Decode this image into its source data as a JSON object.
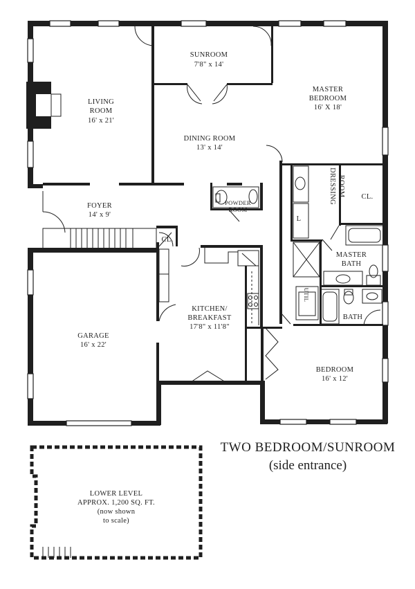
{
  "rooms": {
    "sunroom": {
      "name": "SUNROOM",
      "size": "7'8\" x 14'"
    },
    "living": {
      "name1": "LIVING",
      "name2": "ROOM",
      "size": "16' x 21'"
    },
    "master": {
      "name1": "MASTER",
      "name2": "BEDROOM",
      "size": "16' X 18'"
    },
    "dining": {
      "name": "DINING ROOM",
      "size": "13' x 14'"
    },
    "foyer": {
      "name": "FOYER",
      "size": "14' x 9'"
    },
    "powder": {
      "name1": "POWDER",
      "name2": "ROOM"
    },
    "dressing": {
      "name1": "DRESSING",
      "name2": "ROOM"
    },
    "closet_master": "CL.",
    "closet_hall": "CL.",
    "linen": "L",
    "master_bath": {
      "name1": "MASTER",
      "name2": "BATH"
    },
    "kitchen": {
      "name1": "KITCHEN/",
      "name2": "BREAKFAST",
      "size": "17'8\" x 11'8\""
    },
    "garage": {
      "name": "GARAGE",
      "size": "16' x 22'"
    },
    "utility": "UTIL",
    "bath": "BATH",
    "bedroom": {
      "name": "BEDROOM",
      "size": "16' x 12'"
    }
  },
  "lower_level": {
    "line1": "LOWER LEVEL",
    "line2": "APPROX. 1,200 SQ. FT.",
    "line3": "(now shown",
    "line4": "to scale)"
  },
  "plan_title": {
    "line1": "TWO BEDROOM/SUNROOM",
    "line2": "(side entrance)"
  }
}
